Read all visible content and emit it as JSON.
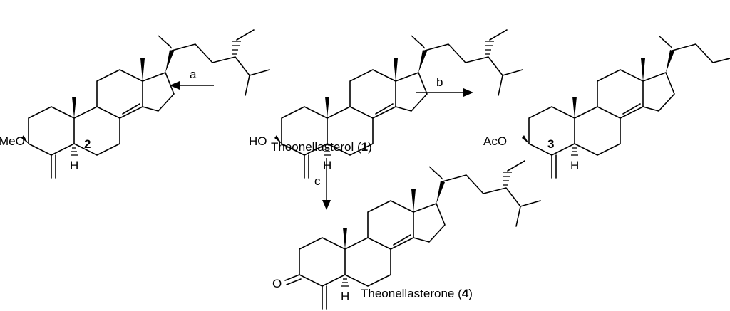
{
  "compounds": {
    "c1": {
      "name": "Theonellasterol",
      "number": "1",
      "group": "HO",
      "h": "H"
    },
    "c2": {
      "number": "2",
      "group": "MeO",
      "h": "H"
    },
    "c3": {
      "number": "3",
      "group": "AcO",
      "h": "H"
    },
    "c4": {
      "name": "Theonellasterone",
      "number": "4",
      "group": "O",
      "h": "H"
    }
  },
  "reactions": [
    {
      "id": "a",
      "label": "a",
      "from": "1",
      "to": "2"
    },
    {
      "id": "b",
      "label": "b",
      "from": "1",
      "to": "3"
    },
    {
      "id": "c",
      "label": "c",
      "from": "1",
      "to": "4"
    }
  ]
}
